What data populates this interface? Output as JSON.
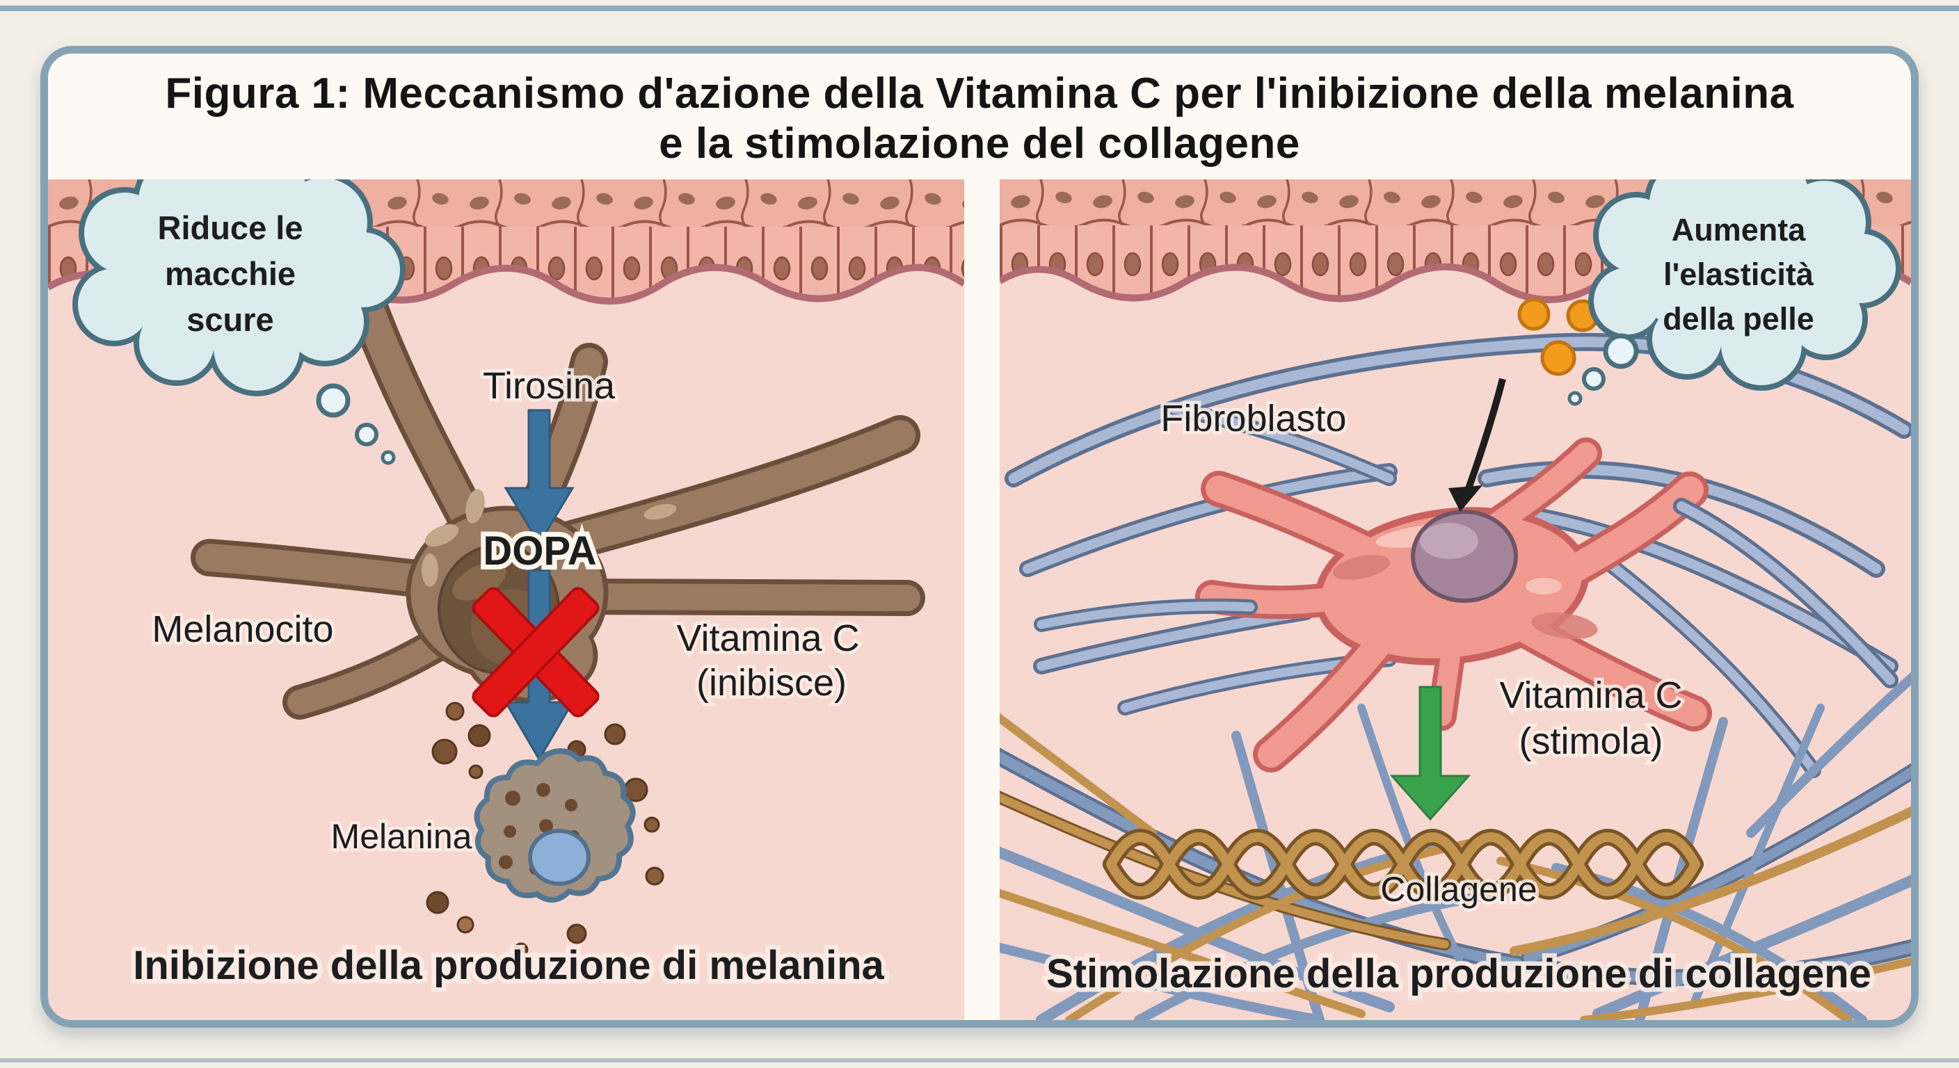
{
  "figure": {
    "title_line1": "Figura 1: Meccanismo d'azione della Vitamina C per l'inibizione della melanina",
    "title_line2": "e la stimolazione del collagene"
  },
  "left_panel": {
    "thought_bubble": {
      "line1": "Riduce le",
      "line2": "macchie",
      "line3": "scure"
    },
    "labels": {
      "tyrosine": "Tirosina",
      "dopa": "DOPA",
      "melanocyte": "Melanocito",
      "vitamin_line1": "Vitamina C",
      "vitamin_line2": "(inibisce)",
      "melanin": "Melanina"
    },
    "caption": "Inibizione della produzione di melanina"
  },
  "right_panel": {
    "thought_bubble": {
      "line1": "Aumenta",
      "line2": "l'elasticità",
      "line3": "della pelle"
    },
    "labels": {
      "fibroblast": "Fibroblasto",
      "vitamin_line1": "Vitamina C",
      "vitamin_line2": "(stimola)",
      "collagen": "Collagene"
    },
    "caption": "Stimolazione della produzione di collagene"
  },
  "colors": {
    "frame_border": "#86a2b5",
    "panel_background": "#f7d8d0",
    "epidermis_cell": "#f2b6a8",
    "epidermis_outline": "#9a574a",
    "cloud_fill": "#dcecee",
    "cloud_stroke": "#49707f",
    "melanocyte": "#9b7a62",
    "melanocyte_nucleus": "#6d523c",
    "blue_arrow": "#3c739e",
    "inhibition_x": "#e11717",
    "melanin_granule": "#7a5233",
    "melanin_cell": "#a39180",
    "melanin_cell_nucleus": "#8db0d8",
    "fibroblast": "#f09a90",
    "fibroblast_nucleus": "#a3849b",
    "collagen_fiber_blue": "#8fa3c3",
    "collagen_fiber_tan": "#c3914f",
    "green_arrow": "#3aa24c",
    "vitamin_c_dot": "#f29b1d",
    "text": "#1d1d1d"
  }
}
